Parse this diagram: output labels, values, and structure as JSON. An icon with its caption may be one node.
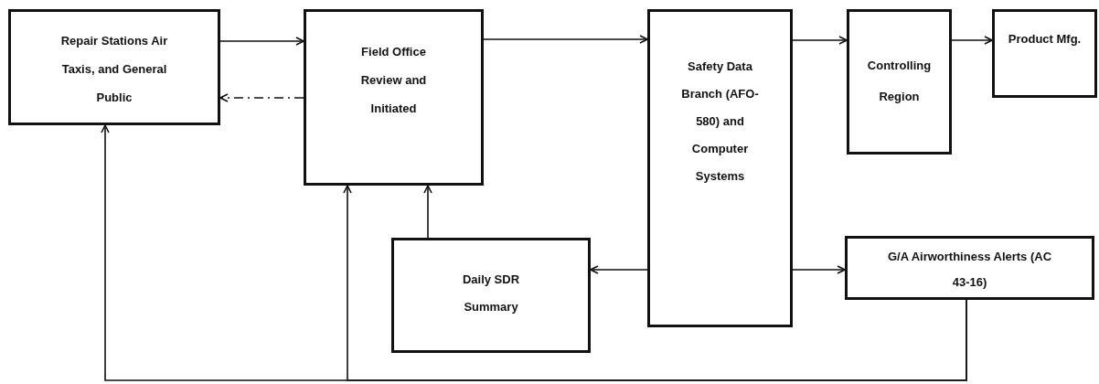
{
  "diagram": {
    "nodes": [
      {
        "text": [
          "Repair Stations Air Taxis, and General Public"
        ]
      },
      {
        "text": [
          "Field Office Review and Initiated"
        ]
      },
      {
        "text": [
          "Daily SDR Summary"
        ]
      },
      {
        "text": [
          "Safety Data Branch (AFO-580) and Computer Systems"
        ]
      },
      {
        "text": [
          "Controlling Region"
        ]
      },
      {
        "text": [
          "Product Mfg."
        ]
      },
      {
        "text": [
          "G/A Airworthiness Alerts (AC 43-16)"
        ]
      }
    ],
    "edges": [
      {
        "from": 0,
        "to": 1,
        "arrow": "to"
      },
      {
        "from": 1,
        "to": 0,
        "arrow": "to",
        "style": "dashed"
      },
      {
        "from": 1,
        "to": 3,
        "arrow": "to"
      },
      {
        "from": 3,
        "to": 4,
        "arrow": "to"
      },
      {
        "from": 4,
        "to": 5,
        "arrow": "to"
      },
      {
        "from": 3,
        "to": 2,
        "arrow": "to"
      },
      {
        "from": 3,
        "to": 6,
        "arrow": "to"
      },
      {
        "from": 2,
        "to": 1,
        "arrow": "to"
      },
      {
        "from": 6,
        "to": 0,
        "arrow": "to"
      },
      {
        "from": 6,
        "to": 1,
        "arrow": "to"
      }
    ]
  }
}
